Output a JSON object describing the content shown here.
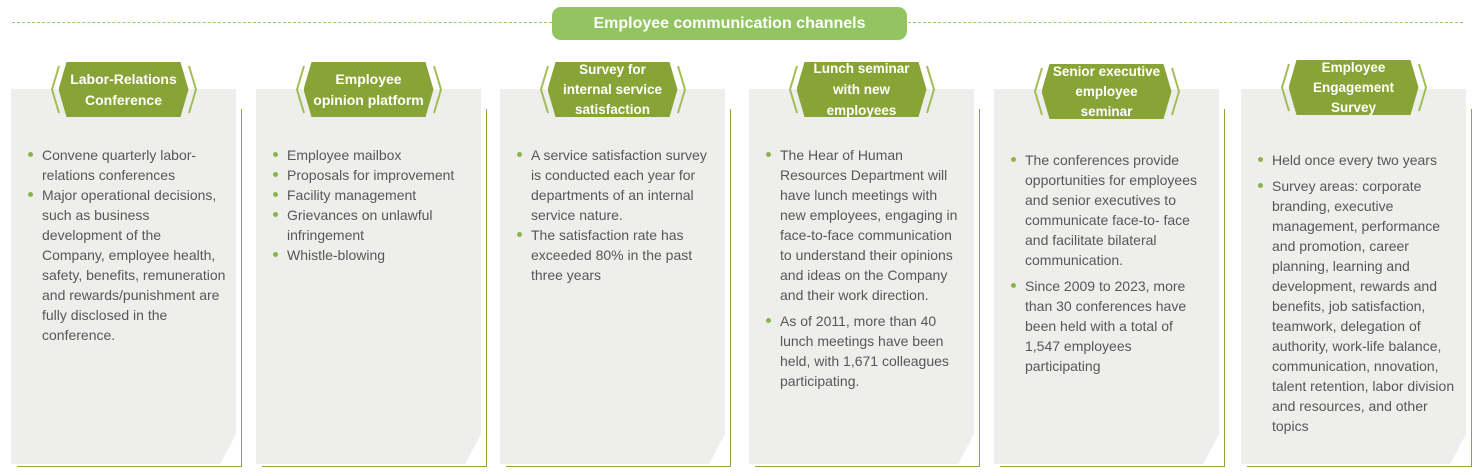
{
  "header": {
    "title": "Employee communication channels"
  },
  "colors": {
    "accent_green": "#92c461",
    "badge_olive": "#88a436",
    "card_gray": "#eeefed",
    "text_gray": "#575757"
  },
  "cards": [
    {
      "title": "Labor-Relations Conference",
      "items": [
        "Convene quarterly labor-relations conferences",
        "Major operational decisions, such as business development of the Company, employee health, safety, benefits, remuneration and rewards/punishment are fully disclosed in the conference."
      ]
    },
    {
      "title": "Employee opinion platform",
      "items": [
        "Employee mailbox",
        "Proposals for improvement",
        "Facility management",
        "Grievances on unlawful infringement",
        "Whistle-blowing"
      ]
    },
    {
      "title": "Survey for internal service satisfaction",
      "items": [
        "A service satisfaction survey is conducted each year for departments of an internal service nature.",
        "The satisfaction rate has exceeded 80% in the past three years"
      ]
    },
    {
      "title": "Lunch seminar with new employees",
      "items": [
        "The Hear of Human Resources Department will have lunch meetings with new employees, engaging in face-to-face communication to understand their opinions and ideas on the Company and their work direction.",
        "As of 2011, more than 40 lunch meetings have been held, with 1,671 colleagues participating."
      ]
    },
    {
      "title": "Senior executive employee seminar",
      "items": [
        "The conferences provide opportunities for employees and senior executives to communicate face-to- face and facilitate bilateral communication.",
        "Since 2009 to 2023, more than 30 conferences have been held with a total of 1,547 employees participating"
      ]
    },
    {
      "title": "Employee Engagement Survey",
      "items": [
        "Held once every two years",
        "Survey areas: corporate branding, executive management, performance and promotion, career planning, learning and development, rewards and benefits, job satisfaction, teamwork, delegation of authority, work-life balance, communication, nnovation, talent retention, labor division and resources, and other topics"
      ]
    }
  ]
}
